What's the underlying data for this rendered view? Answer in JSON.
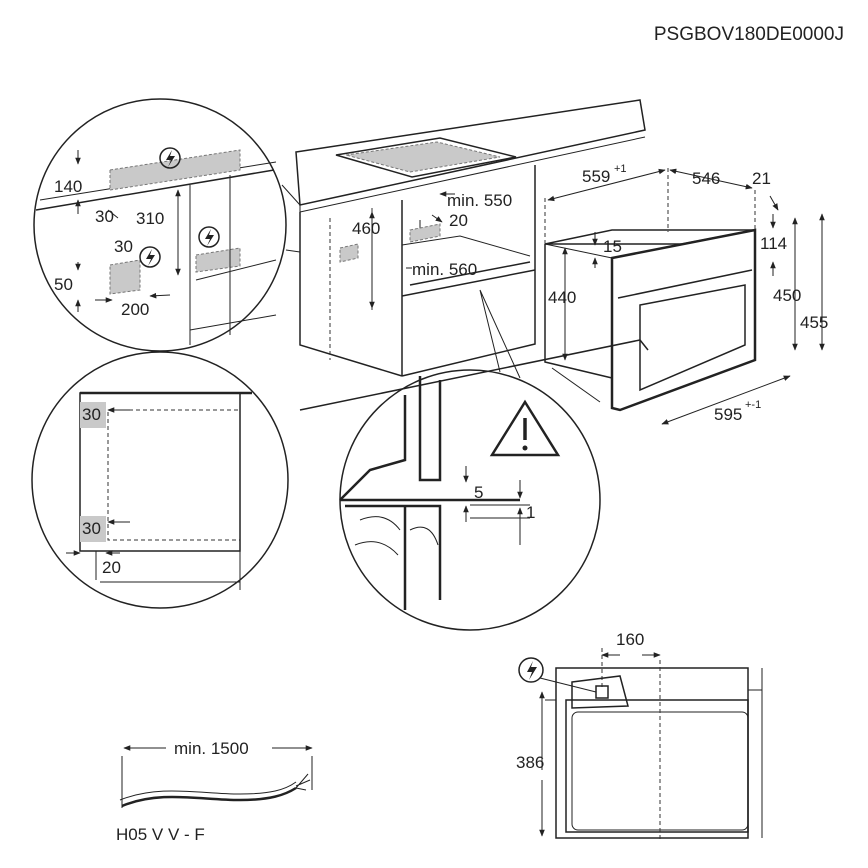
{
  "product_code": "PSGBOV180DE0000J",
  "callout_top_left": {
    "dims": [
      "140",
      "30",
      "310",
      "30",
      "50",
      "200"
    ]
  },
  "cabinet": {
    "dims": [
      "460",
      "min. 550",
      "20",
      "min. 560"
    ]
  },
  "oven": {
    "depth_label": "559",
    "depth_tol": "+1",
    "dims": [
      "546",
      "21",
      "15",
      "114",
      "440",
      "450",
      "455"
    ],
    "width_label": "595",
    "width_tol": "+-1"
  },
  "callout_left": {
    "dims": [
      "30",
      "30",
      "20"
    ]
  },
  "callout_middle": {
    "dims": [
      "5",
      "1"
    ]
  },
  "cable": {
    "length": "min. 1500",
    "type": "H05 V V - F"
  },
  "rear_view": {
    "dims": [
      "160",
      "386"
    ]
  },
  "icons": [
    "electric-connection-icon",
    "warning-triangle-icon"
  ]
}
